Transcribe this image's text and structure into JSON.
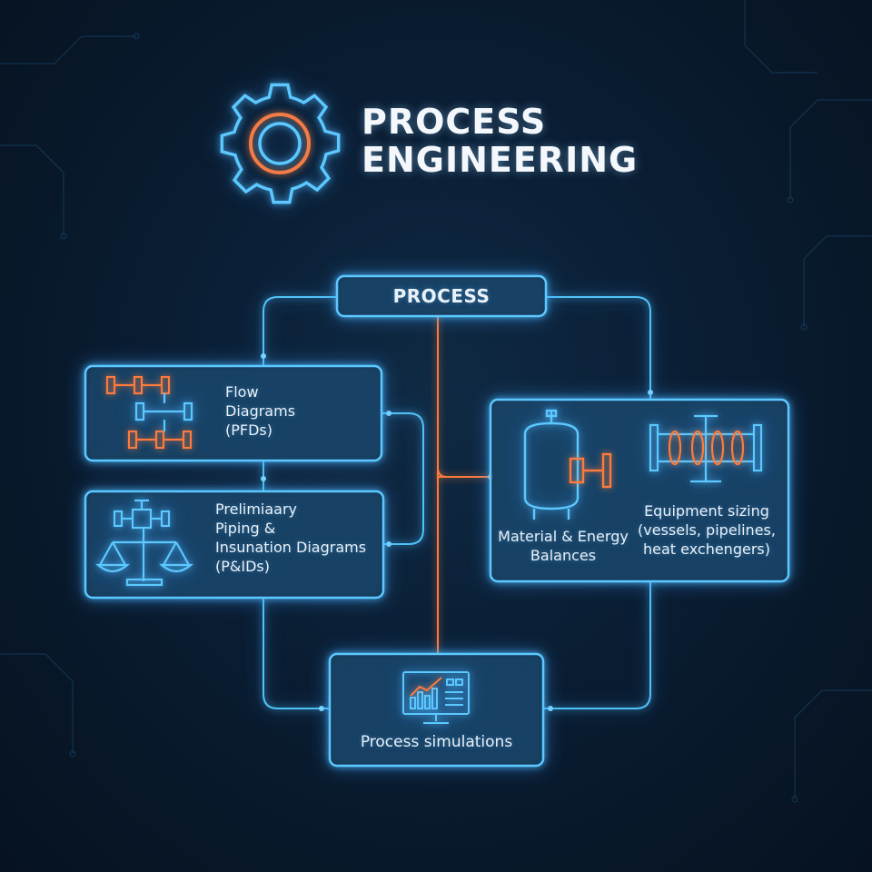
{
  "header": {
    "title_line1": "PROCESS",
    "title_line2": "ENGINEERING",
    "icon": "gear-icon"
  },
  "nodes": {
    "process": {
      "label": "PROCESS"
    },
    "flow_diagrams": {
      "line1": "Flow",
      "line2": "Diagrams",
      "line3": "(PFDs)",
      "icon": "flow-diagram-icon"
    },
    "pids": {
      "line1": "Prelimiaary",
      "line2": "Piping &",
      "line3": "Insunation Diagrams",
      "line4": "(P&IDs)",
      "icon": "valve-scale-icon"
    },
    "balances": {
      "line1": "Material & Energy",
      "line2": "Balances",
      "icon": "vessel-icon"
    },
    "sizing": {
      "line1": "Equipment sizing",
      "line2": "(vessels, pipelines,",
      "line3": "heat exchengers)",
      "icon": "heat-exchanger-icon"
    },
    "simulations": {
      "label": "Process simulations",
      "icon": "monitor-chart-icon"
    }
  },
  "colors": {
    "line_blue": "#4fc3f7",
    "box_blue": "#5cc8ff",
    "accent_orange": "#ff7a3d",
    "background": "#0a1d33"
  }
}
